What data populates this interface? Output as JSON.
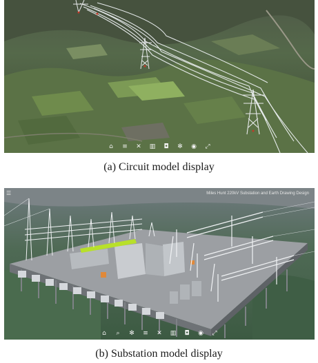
{
  "circuit": {
    "caption": "(a) Circuit model display",
    "toolbar": [
      {
        "icon": "home-icon",
        "glyph": "⌂"
      },
      {
        "icon": "layers-icon",
        "glyph": "≡"
      },
      {
        "icon": "measure-icon",
        "glyph": "✕"
      },
      {
        "icon": "grid-icon",
        "glyph": "▥"
      },
      {
        "icon": "camera-icon",
        "glyph": "◘"
      },
      {
        "icon": "settings-icon",
        "glyph": "✻"
      },
      {
        "icon": "info-icon",
        "glyph": "◉"
      },
      {
        "icon": "fullscreen-icon",
        "glyph": "⤢"
      }
    ]
  },
  "substation": {
    "caption": "(b) Substation model display",
    "title": "Miles Hunt 220kV Substation and Earth Drawing Design",
    "toolbar": [
      {
        "icon": "home-icon",
        "glyph": "⌂"
      },
      {
        "icon": "search-icon",
        "glyph": "⌕"
      },
      {
        "icon": "settings-icon",
        "glyph": "✻"
      },
      {
        "icon": "layers-icon",
        "glyph": "≡"
      },
      {
        "icon": "measure-icon",
        "glyph": "✕"
      },
      {
        "icon": "grid-icon",
        "glyph": "▥"
      },
      {
        "icon": "camera-icon",
        "glyph": "◘"
      },
      {
        "icon": "info-icon",
        "glyph": "◉"
      },
      {
        "icon": "fullscreen-icon",
        "glyph": "⤢"
      }
    ]
  },
  "colors": {
    "terrain_dark": "#3d4a36",
    "terrain_green": "#5d7a4a",
    "platform": "#9c9fa3",
    "equipment": "#d5d8dc",
    "highlight_green": "#b8e02a"
  }
}
